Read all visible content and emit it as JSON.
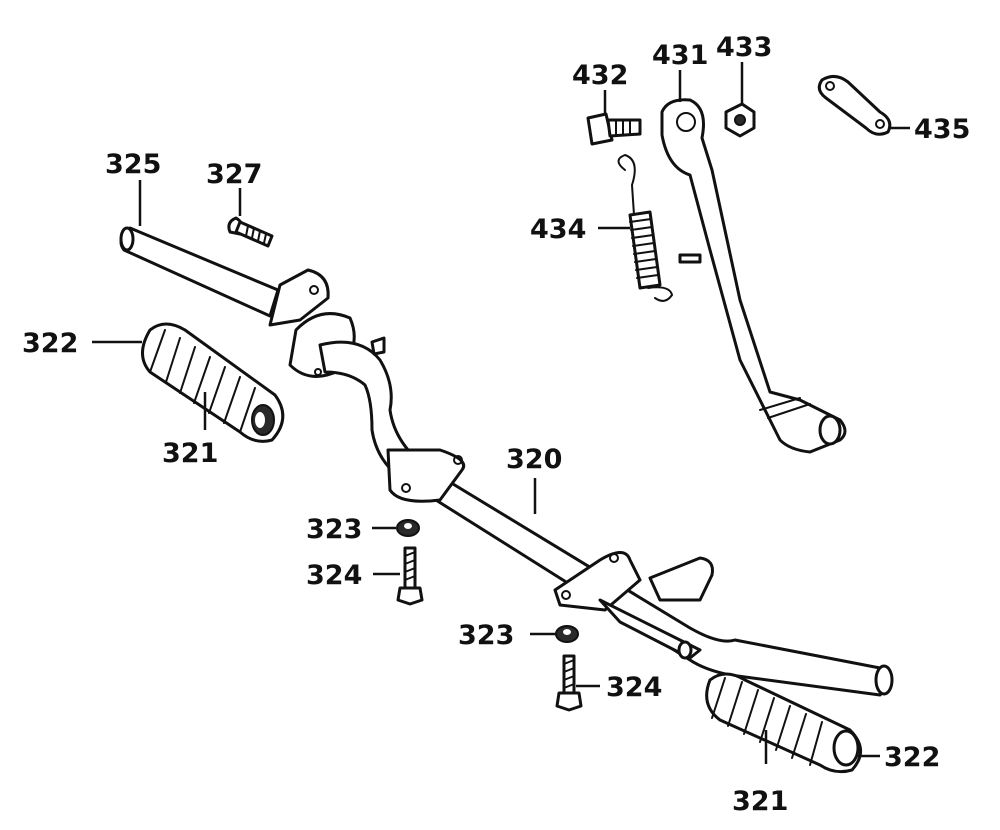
{
  "diagram": {
    "labels": {
      "l320": "320",
      "l321_left": "321",
      "l321_right": "321",
      "l322_left": "322",
      "l322_right": "322",
      "l323_upper": "323",
      "l323_lower": "323",
      "l324_upper": "324",
      "l324_lower": "324",
      "l325": "325",
      "l327": "327",
      "l431": "431",
      "l432": "432",
      "l433": "433",
      "l434": "434",
      "l435": "435"
    }
  }
}
